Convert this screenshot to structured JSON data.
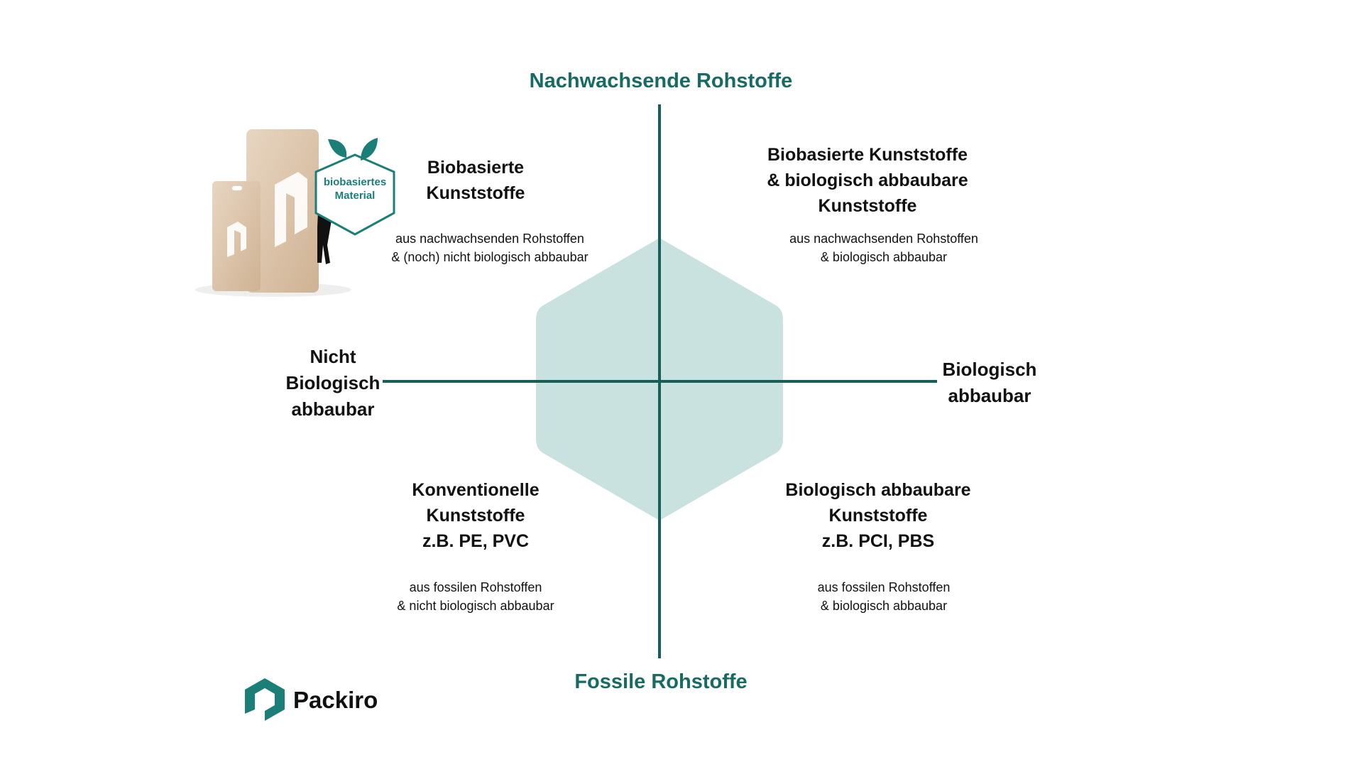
{
  "axes": {
    "top": "Nachwachsende Rohstoffe",
    "bottom": "Fossile Rohstoffe",
    "left": [
      "Nicht",
      "Biologisch",
      "abbaubar"
    ],
    "right": [
      "Biologisch",
      "abbaubar"
    ]
  },
  "quadrants": {
    "top_left": {
      "heading": [
        "Biobasierte",
        "Kunststoffe"
      ],
      "sub": [
        "aus nachwachsenden Rohstoffen",
        "& (noch) nicht biologisch abbaubar"
      ]
    },
    "top_right": {
      "heading": [
        "Biobasierte Kunststoffe",
        "& biologisch abbaubare",
        "Kunststoffe"
      ],
      "sub": [
        "aus nachwachsenden Rohstoffen",
        "& biologisch abbaubar"
      ]
    },
    "bottom_left": {
      "heading": [
        "Konventionelle",
        "Kunststoffe",
        "z.B. PE, PVC"
      ],
      "sub": [
        "aus fossilen Rohstoffen",
        "& nicht biologisch abbaubar"
      ]
    },
    "bottom_right": {
      "heading": [
        "Biologisch abbaubare",
        "Kunststoffe",
        "z.B. PCI, PBS"
      ],
      "sub": [
        "aus fossilen Rohstoffen",
        "& biologisch abbaubar"
      ]
    }
  },
  "badge": [
    "biobasiertes",
    "Material"
  ],
  "brand": "Packiro",
  "colors": {
    "accent": "#176b63",
    "hexagon": "#c9e2e0",
    "logo": "#1b7f78",
    "bag": "#dcc3a6"
  }
}
